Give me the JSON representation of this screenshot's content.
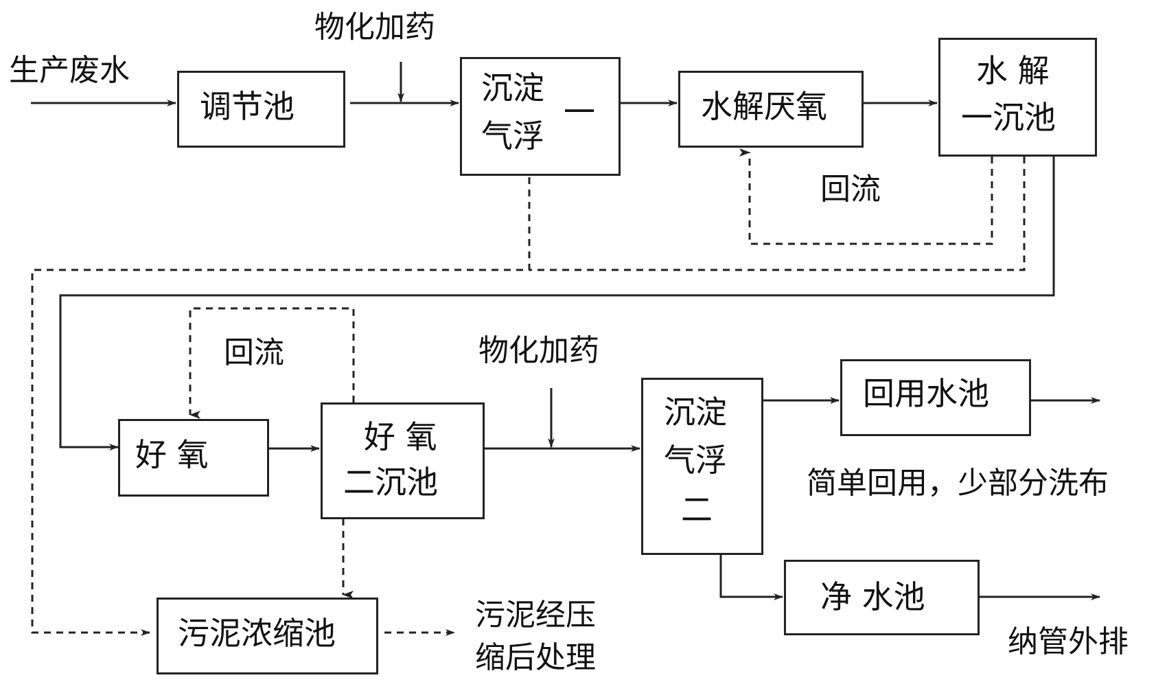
{
  "labels": {
    "input": "生产废水",
    "chem_dosing_1": "物化加药",
    "chem_dosing_2": "物化加药",
    "reflux_1": "回流",
    "reflux_2": "回流",
    "sludge_disposal_line1": "污泥经压",
    "sludge_disposal_line2": "缩后处理",
    "reuse_note": "简单回用，少部分洗布",
    "discharge": "纳管外排"
  },
  "boxes": {
    "equalization": "调节池",
    "flotation1_line1": "沉淀",
    "flotation1_line2": "气浮",
    "flotation1_num": "一",
    "hydrolysis": "水解厌氧",
    "hydrolysis_clar_line1": "水  解",
    "hydrolysis_clar_line2": "一沉池",
    "aerobic": "好    氧",
    "aerobic_clar_line1": "好  氧",
    "aerobic_clar_line2": "二沉池",
    "flotation2_line1": "沉淀",
    "flotation2_line2": "气浮",
    "flotation2_num": "二",
    "reuse_pool": "回用水池",
    "clean_pool": "净  水池",
    "sludge_thickener": "污泥浓缩池"
  }
}
